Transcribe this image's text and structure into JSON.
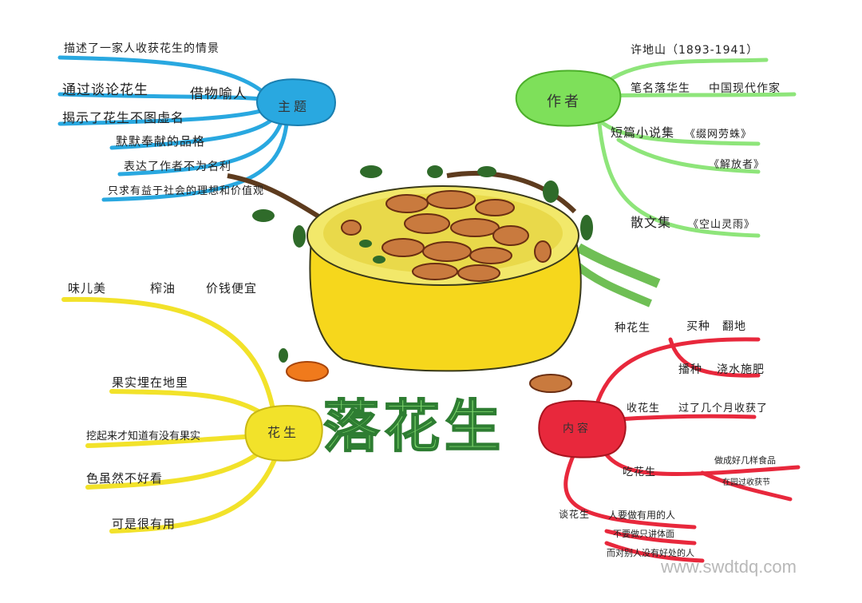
{
  "title": "落花生",
  "watermark": "www.swdtdq.com",
  "colors": {
    "theme": "#29a8e0",
    "author": "#7ee05a",
    "peanut": "#f2e22a",
    "content": "#e8283c",
    "title": "#7ad26a"
  },
  "theme": {
    "label": "主题",
    "items": [
      "描述了一家人收获花生的情景",
      "通过谈论花生",
      "借物喻人",
      "揭示了花生不图虚名",
      "默默奉献的品格",
      "表达了作者不为名利",
      "只求有益于社会的理想和价值观"
    ]
  },
  "author": {
    "label": "作者",
    "items": [
      "许地山（1893-1941）",
      "笔名落华生",
      "中国现代作家",
      "短篇小说集",
      "《缀网劳蛛》",
      "《解放者》",
      "散文集",
      "《空山灵雨》"
    ]
  },
  "peanut": {
    "label": "花生",
    "items": [
      "味儿美",
      "榨油",
      "价钱便宜",
      "果实埋在地里",
      "挖起来才知道有没有果实",
      "色虽然不好看",
      "可是很有用"
    ]
  },
  "content": {
    "label": "内容",
    "items": [
      "种花生",
      "买种",
      "翻地",
      "播种",
      "浇水施肥",
      "收花生",
      "过了几个月收获了",
      "吃花生",
      "做成好几样食品",
      "在园过收获节",
      "谈花生",
      "人要做有用的人",
      "不要做只讲体面",
      "而对别人没有好处的人"
    ]
  }
}
